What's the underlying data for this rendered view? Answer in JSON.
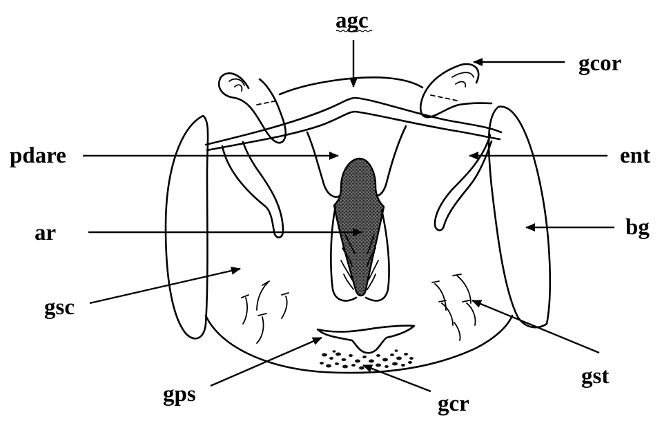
{
  "labels": {
    "agc": "agc",
    "gcor": "gcor",
    "pdare": "pdare",
    "ent": "ent",
    "ar": "ar",
    "bg": "bg",
    "gsc": "gsc",
    "gst": "gst",
    "gps": "gps",
    "gcr": "gcr"
  },
  "colors": {
    "line": "#000000",
    "background": "#ffffff",
    "stipple": "#1a1a1a"
  }
}
